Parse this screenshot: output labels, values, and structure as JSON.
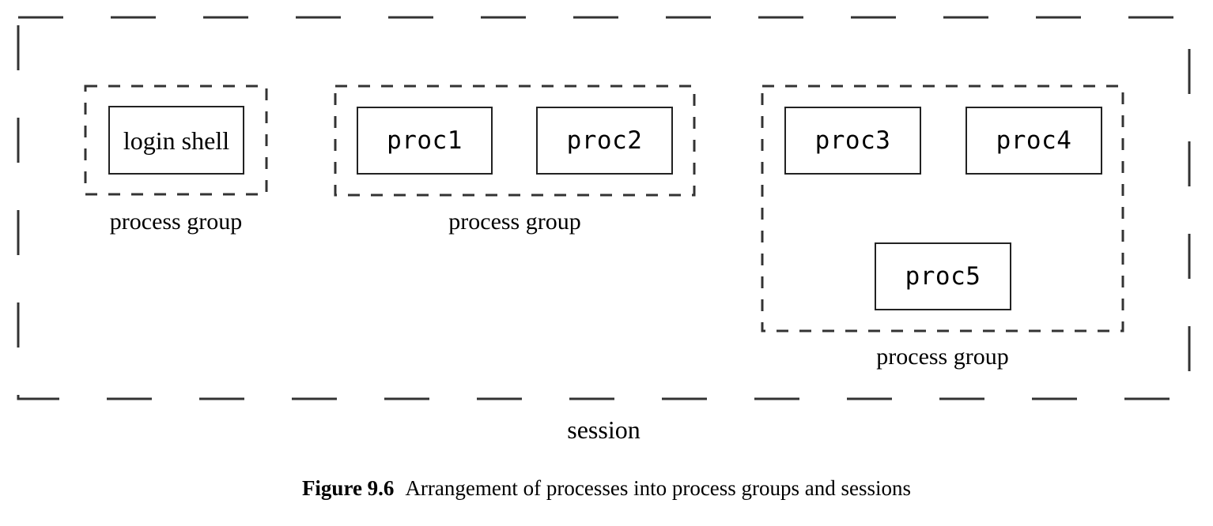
{
  "figure": {
    "number_label": "Figure 9.6",
    "caption_text": "Arrangement of processes into process groups and sessions"
  },
  "session": {
    "label": "session",
    "border_style": "dashed",
    "border_color": "#333333"
  },
  "process_groups": [
    {
      "id": "group-1",
      "label": "process group",
      "processes": [
        {
          "id": "login-shell",
          "label": "login shell",
          "font": "serif"
        }
      ]
    },
    {
      "id": "group-2",
      "label": "process group",
      "processes": [
        {
          "id": "proc1",
          "label": "proc1",
          "font": "mono"
        },
        {
          "id": "proc2",
          "label": "proc2",
          "font": "mono"
        }
      ]
    },
    {
      "id": "group-3",
      "label": "process group",
      "processes": [
        {
          "id": "proc3",
          "label": "proc3",
          "font": "mono"
        },
        {
          "id": "proc4",
          "label": "proc4",
          "font": "mono"
        },
        {
          "id": "proc5",
          "label": "proc5",
          "font": "mono"
        }
      ]
    }
  ],
  "colors": {
    "background": "#ffffff",
    "stroke": "#222222",
    "dashed_stroke": "#333333",
    "text": "#000000"
  }
}
